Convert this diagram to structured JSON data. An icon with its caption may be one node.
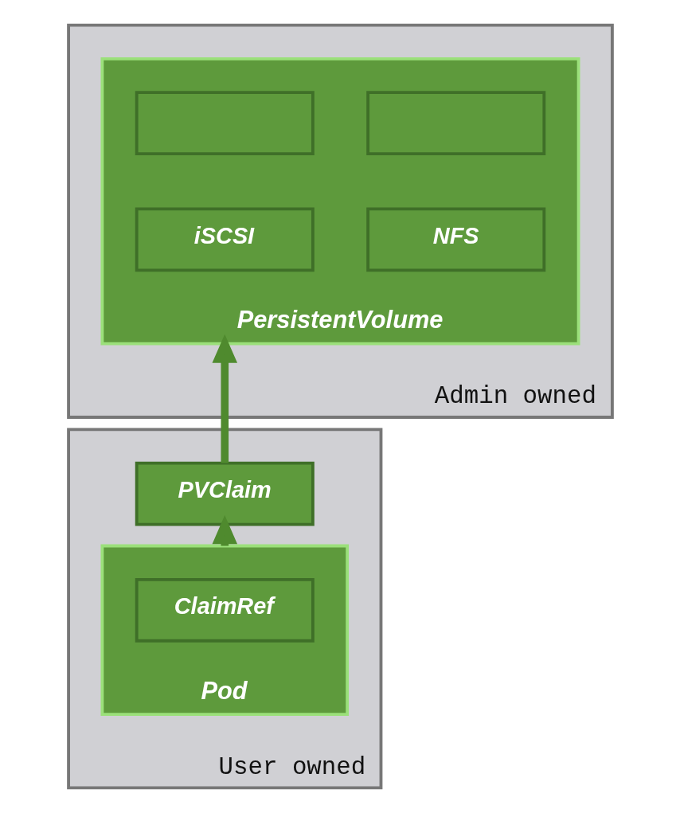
{
  "diagram": {
    "nodes": [
      {
        "text": [
          "Admin owned"
        ]
      },
      {
        "text": [
          "PersistentVolume"
        ],
        "in": 0
      },
      {
        "text": [],
        "shape": "box",
        "in": 1
      },
      {
        "text": [],
        "shape": "box",
        "in": 1
      },
      {
        "text": [
          "iSCSI"
        ],
        "in": 1
      },
      {
        "text": [
          "NFS"
        ],
        "in": 1
      },
      {
        "text": [
          "User owned"
        ]
      },
      {
        "text": [
          "PVClaim"
        ],
        "in": 6
      },
      {
        "text": [
          "Pod"
        ],
        "in": 6
      },
      {
        "text": [
          "ClaimRef"
        ],
        "in": 8
      }
    ],
    "edges": [
      {
        "from": 7,
        "to": 1,
        "arrow": "to"
      },
      {
        "from": 8,
        "to": 7,
        "arrow": "to"
      }
    ]
  }
}
